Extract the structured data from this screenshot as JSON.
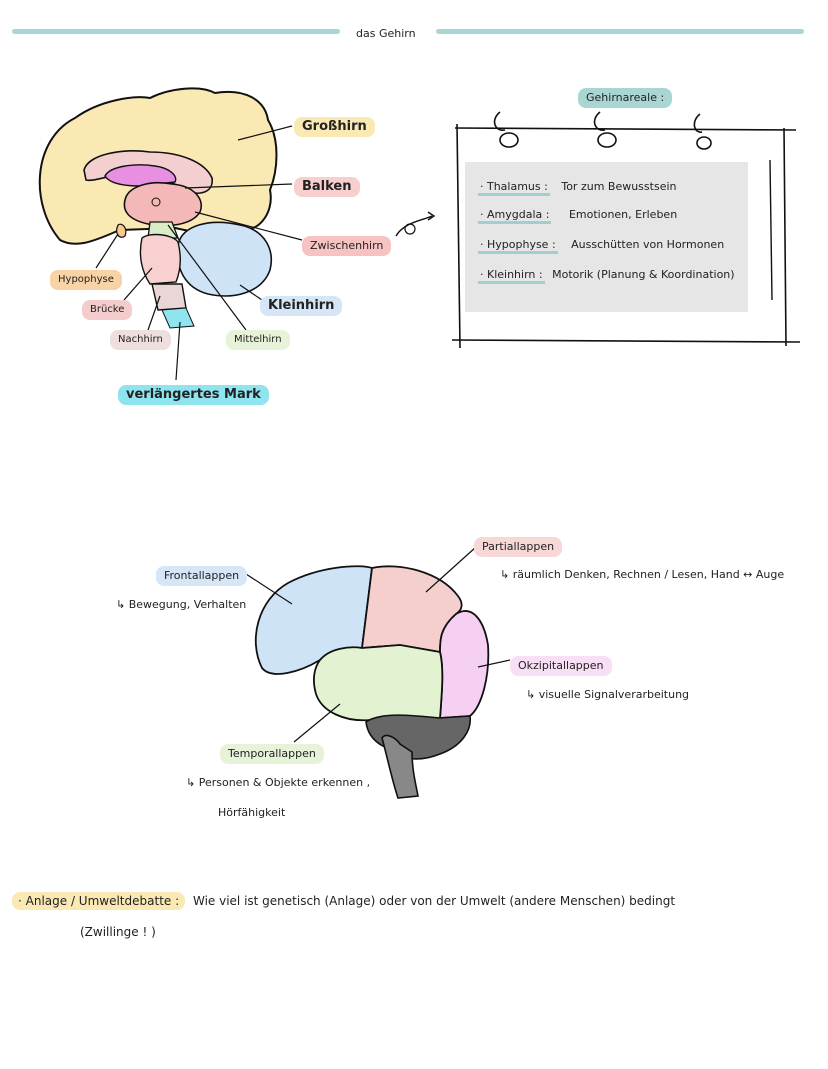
{
  "header": {
    "title": "das Gehirn"
  },
  "brain_sagittal": {
    "labels": {
      "grosshirn": "Großhirn",
      "balken": "Balken",
      "zwischenhirn": "Zwischenhirn",
      "kleinhirn": "Kleinhirn",
      "hypophyse": "Hypophyse",
      "bruecke": "Brücke",
      "nachhirn": "Nachhirn",
      "mittelhirn": "Mittelhirn",
      "verlaengertes_mark": "verlängertes Mark"
    }
  },
  "areas_box": {
    "title": "Gehirnareale :",
    "items": [
      {
        "key": "· Thalamus :",
        "value": "Tor zum Bewusstsein"
      },
      {
        "key": "· Amygdala :",
        "value": "Emotionen, Erleben"
      },
      {
        "key": "· Hypophyse :",
        "value": "Ausschütten von Hormonen"
      },
      {
        "key": "· Kleinhirn :",
        "value": "Motorik   (Planung & Koordination)"
      }
    ]
  },
  "lobes": {
    "frontal": {
      "label": "Frontallappen",
      "desc": "↳ Bewegung, Verhalten"
    },
    "parietal": {
      "label": "Partiallappen",
      "desc": "↳ räumlich Denken, Rechnen / Lesen, Hand ↔ Auge"
    },
    "occipital": {
      "label": "Okzipitallappen",
      "desc": "↳ visuelle Signalverarbeitung"
    },
    "temporal": {
      "label": "Temporallappen",
      "desc1": "↳ Personen & Objekte erkennen ,",
      "desc2": "Hörfähigkeit"
    }
  },
  "note": {
    "key": "· Anlage / Umweltdebatte :",
    "text": "Wie viel ist genetisch (Anlage) oder von der Umwelt (andere Menschen) bedingt",
    "sub": "(Zwillinge ! )"
  }
}
